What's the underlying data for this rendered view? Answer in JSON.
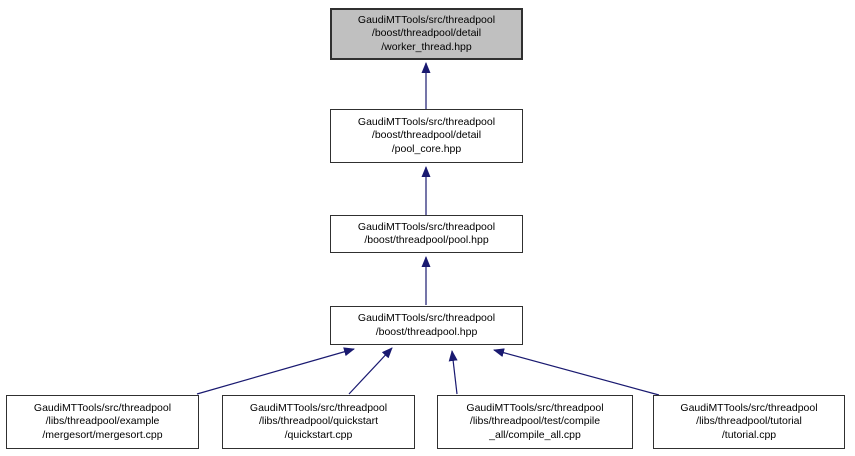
{
  "graph": {
    "kind": "include-dependency-graph",
    "edge_color": "#191970",
    "node_border_color": "#303030",
    "node_fill": "#ffffff",
    "highlighted_node_fill": "#c0c0c0",
    "nodes": [
      {
        "id": "worker-thread-hpp",
        "label": "GaudiMTTools/src/threadpool\n/boost/threadpool/detail\n/worker_thread.hpp",
        "highlighted": true
      },
      {
        "id": "pool-core-hpp",
        "label": "GaudiMTTools/src/threadpool\n/boost/threadpool/detail\n/pool_core.hpp",
        "highlighted": false
      },
      {
        "id": "pool-hpp",
        "label": "GaudiMTTools/src/threadpool\n/boost/threadpool/pool.hpp",
        "highlighted": false
      },
      {
        "id": "threadpool-hpp",
        "label": "GaudiMTTools/src/threadpool\n/boost/threadpool.hpp",
        "highlighted": false
      },
      {
        "id": "mergesort-cpp",
        "label": "GaudiMTTools/src/threadpool\n/libs/threadpool/example\n/mergesort/mergesort.cpp",
        "highlighted": false
      },
      {
        "id": "quickstart-cpp",
        "label": "GaudiMTTools/src/threadpool\n/libs/threadpool/quickstart\n/quickstart.cpp",
        "highlighted": false
      },
      {
        "id": "compile-all-cpp",
        "label": "GaudiMTTools/src/threadpool\n/libs/threadpool/test/compile\n_all/compile_all.cpp",
        "highlighted": false
      },
      {
        "id": "tutorial-cpp",
        "label": "GaudiMTTools/src/threadpool\n/libs/threadpool/tutorial\n/tutorial.cpp",
        "highlighted": false
      }
    ],
    "edges": [
      {
        "from": "pool-core-hpp",
        "to": "worker-thread-hpp"
      },
      {
        "from": "pool-hpp",
        "to": "pool-core-hpp"
      },
      {
        "from": "threadpool-hpp",
        "to": "pool-hpp"
      },
      {
        "from": "mergesort-cpp",
        "to": "threadpool-hpp"
      },
      {
        "from": "quickstart-cpp",
        "to": "threadpool-hpp"
      },
      {
        "from": "compile-all-cpp",
        "to": "threadpool-hpp"
      },
      {
        "from": "tutorial-cpp",
        "to": "threadpool-hpp"
      }
    ]
  }
}
